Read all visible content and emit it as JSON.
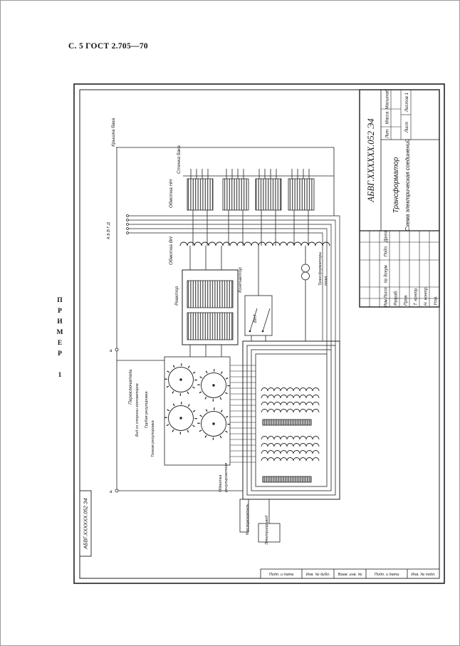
{
  "page": {
    "header": "С. 5 ГОСТ 2.705—70",
    "example": "ПРИМЕР 1"
  },
  "schematic": {
    "tank_cover": "Крышка бака",
    "tank_wall": "Стенка бака",
    "winding_lv": "Обмотка НН",
    "winding_hv": "Обмотка ВН",
    "phase_marks": "А Б В Г Д",
    "reactor": "Реактор",
    "contactor": "Контактор",
    "contactor_ref": "ВтТ",
    "ct_line1": "Трансформаторы",
    "ct_line2": "тока",
    "switch_line1": "Переключатель",
    "switch_line2": "Вид со стороны контакторов",
    "coarse_reg": "Грубая регулировка",
    "fine_reg": "Тонкая регулировка",
    "reg_winding_line1": "Обмотка",
    "reg_winding_line2": "регулировочная",
    "oil_gauge": "Маслоуказатель",
    "motor_drive": "Электропривод",
    "node_top": "а",
    "node_bottom": "а"
  },
  "title_block": {
    "designation": "АБВГ.ХХХХХХ.052 Э4",
    "name_line1": "Трансформатор",
    "name_line2": "Схема электрическая соединений",
    "col_izm": "Изм.",
    "col_list": "Лист",
    "col_doc": "№ докум.",
    "col_sign": "Подп.",
    "col_date": "Дата",
    "row_razrab": "Разраб.",
    "row_prov": "Пров.",
    "row_tcontr": "Т. контр.",
    "row_ncontr": "Н. контр.",
    "row_utv": "Утв.",
    "lit": "Лит.",
    "mass": "Масса",
    "scale": "Масштаб",
    "sheet": "Лист",
    "sheets": "Листов 1"
  },
  "frame": {
    "cells": [
      "Подп. и дата",
      "Инв. № дубл.",
      "Взам. инв. №",
      "Подп. и дата",
      "Инв. № подл."
    ],
    "corner_designation": "АБВГ.ХХХХХХ.052 Э4"
  }
}
